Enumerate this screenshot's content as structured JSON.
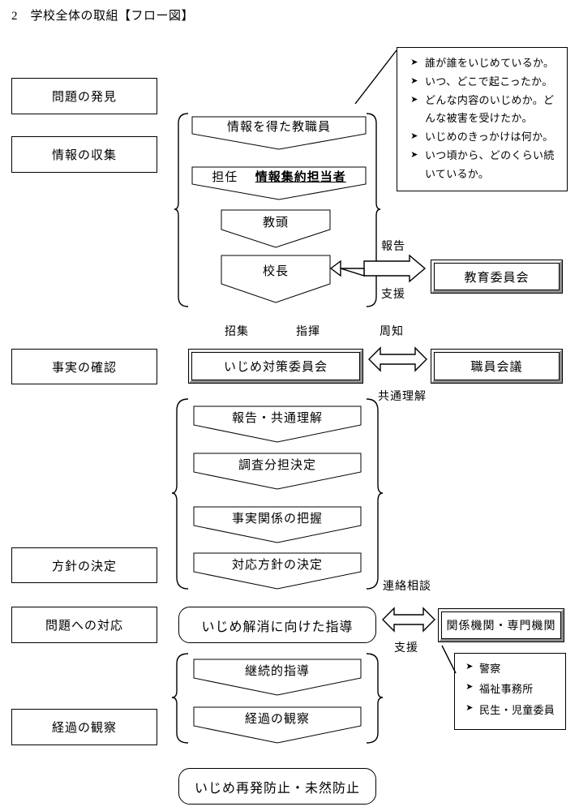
{
  "title": "2　学校全体の取組【フロー図】",
  "stages": [
    {
      "id": "stage-discovery",
      "label": "問題の発見"
    },
    {
      "id": "stage-collection",
      "label": "情報の収集"
    },
    {
      "id": "stage-confirmation",
      "label": "事実の確認"
    },
    {
      "id": "stage-policy",
      "label": "方針の決定"
    },
    {
      "id": "stage-response",
      "label": "問題への対応"
    },
    {
      "id": "stage-observation",
      "label": "経過の観察"
    }
  ],
  "flow_top": [
    {
      "id": "staff",
      "label": "情報を得た教職員"
    },
    {
      "id": "homeroom",
      "label_plain": "担任",
      "label_bold": "情報集約担当者"
    },
    {
      "id": "vice-principal",
      "label": "教頭"
    },
    {
      "id": "principal",
      "label": "校長"
    }
  ],
  "flow_middle": [
    {
      "id": "report-understanding",
      "label": "報告・共通理解"
    },
    {
      "id": "survey-assignment",
      "label": "調査分担決定"
    },
    {
      "id": "fact-grasp",
      "label": "事実関係の把握"
    },
    {
      "id": "policy-decision",
      "label": "対応方針の決定"
    }
  ],
  "flow_bottom": [
    {
      "id": "continued-guidance",
      "label": "継続的指導"
    },
    {
      "id": "progress-observation",
      "label": "経過の観察"
    }
  ],
  "committee": {
    "label": "いじめ対策委員会"
  },
  "staff_meeting": {
    "label": "職員会議"
  },
  "board_of_education": {
    "label": "教育委員会"
  },
  "related_agencies": {
    "label": "関係機関・専門機関"
  },
  "guidance_box": {
    "label": "いじめ解消に向けた指導"
  },
  "prevention_box": {
    "label": "いじめ再発防止・未然防止"
  },
  "question_list": {
    "marker": "➤",
    "items": [
      "誰が誰をいじめているか。",
      "いつ、どこで起こったか。",
      "どんな内容のいじめか。ど\nんな被害を受けたか。",
      "いじめのきっかけは何か。",
      "いつ頃から、どのくらい続\nいているか。"
    ]
  },
  "agency_list": {
    "marker": "➤",
    "items": [
      "警察",
      "福祉事務所",
      "民生・児童委員"
    ]
  },
  "connector_labels": {
    "report": "報告",
    "support": "支援",
    "convene": "招集",
    "command": "指揮",
    "notify": "周知",
    "common_understanding": "共通理解",
    "contact_consult": "連絡相談",
    "support2": "支援"
  },
  "colors": {
    "line": "#000000",
    "bevel_face": "#c8c8c8",
    "bevel_light": "#f2f2f2",
    "bevel_dark": "#8f8f8f",
    "background": "#ffffff"
  }
}
